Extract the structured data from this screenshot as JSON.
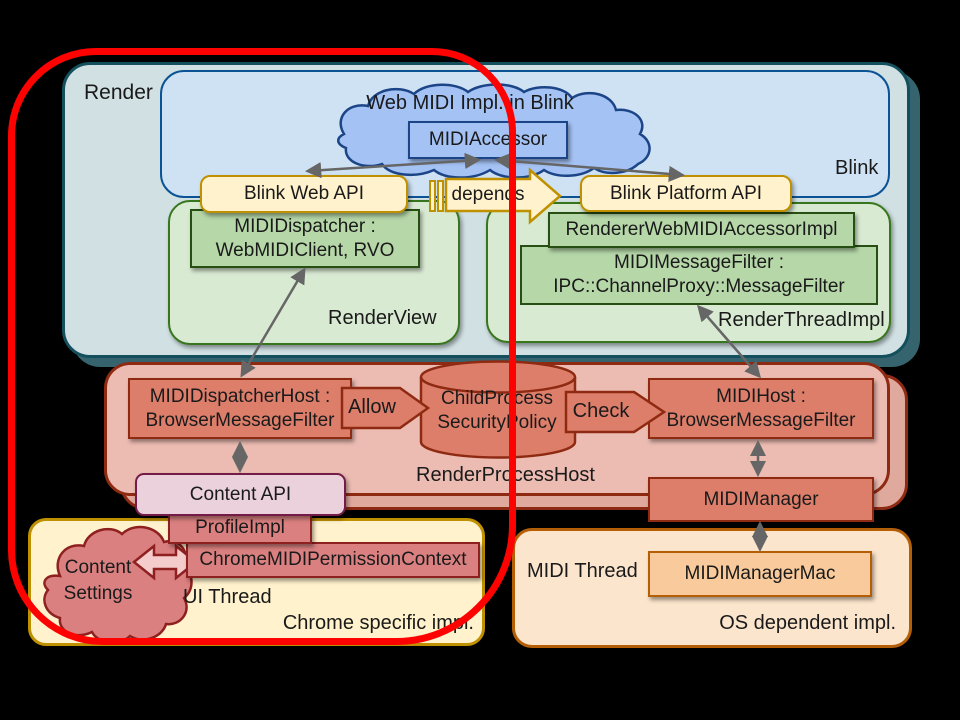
{
  "colors": {
    "overlay_red": "#fe0202",
    "render_fill": "#d0e0e3",
    "render_border": "#134f5c",
    "blink_fill": "#cfe2f3",
    "blink_border": "#0b5394",
    "cloud_blue_fill": "#a4c2f4",
    "cloud_blue_border": "#1c4587",
    "yellow_fill": "#fff2cc",
    "yellow_border": "#bf9000",
    "green_container_fill": "#d9ead3",
    "green_box_fill": "#b6d7a8",
    "green_border": "#38761d",
    "pink_container_fill": "#ecbcb2",
    "pink_container_back_fill": "#dfa99e",
    "red_box_fill": "#dd7e6b",
    "red_border": "#8f2a12",
    "rose_fill": "#db8080",
    "rose_border": "#8f2020",
    "content_api_fill": "#ead1dc",
    "content_api_border": "#741b47",
    "orange_container_fill": "#fce5cd",
    "orange_box_fill": "#f9cb9c",
    "orange_border": "#b45f06",
    "arrow_gray": "#666666",
    "pink_arrow_fill": "#f4cccc"
  },
  "diagram": {
    "render": {
      "label": "Render"
    },
    "blink": {
      "label": "Blink",
      "cloud": "Web MIDI Impl. in Blink",
      "midi_accessor": "MIDIAccessor",
      "web_api": "Blink Web API",
      "depends": "depends",
      "platform_api": "Blink Platform API"
    },
    "render_view": {
      "label": "RenderView",
      "dispatcher1": "MIDIDispatcher :",
      "dispatcher2": "WebMIDIClient, RVO"
    },
    "render_thread": {
      "label": "RenderThreadImpl",
      "accessor_impl": "RendererWebMIDIAccessorImpl",
      "filter1": "MIDIMessageFilter :",
      "filter2": "IPC::ChannelProxy::MessageFilter"
    },
    "rph": {
      "label": "RenderProcessHost",
      "dispatcher_host1": "MIDIDispatcherHost :",
      "dispatcher_host2": "BrowserMessageFilter",
      "allow": "Allow",
      "cylinder1": "ChildProcess",
      "cylinder2": "SecurityPolicy",
      "check": "Check",
      "host1": "MIDIHost :",
      "host2": "BrowserMessageFilter",
      "manager": "MIDIManager"
    },
    "chrome": {
      "content_api": "Content API",
      "profile_impl": "ProfileImpl",
      "permission_context": "ChromeMIDIPermissionContext",
      "cloud1": "Content",
      "cloud2": "Settings",
      "ui_thread": "UI Thread",
      "label": "Chrome specific impl."
    },
    "os": {
      "midi_thread": "MIDI Thread",
      "manager_mac": "MIDIManagerMac",
      "label": "OS dependent impl."
    }
  }
}
